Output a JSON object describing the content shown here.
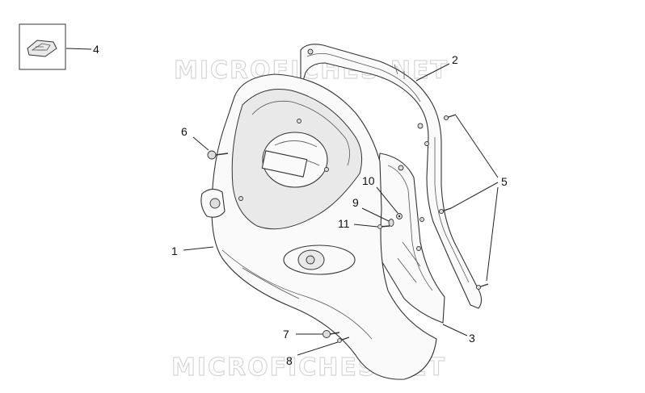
{
  "watermarks": [
    "MICROFICHES.NET",
    "MICROFICHES.NET"
  ],
  "callouts": {
    "c1": "1",
    "c2": "2",
    "c3": "3",
    "c4": "4",
    "c5": "5",
    "c6": "6",
    "c7": "7",
    "c8": "8",
    "c9": "9",
    "c10": "10",
    "c11": "11"
  },
  "colors": {
    "line": "#333333",
    "watermark": "#d6d6d6"
  }
}
